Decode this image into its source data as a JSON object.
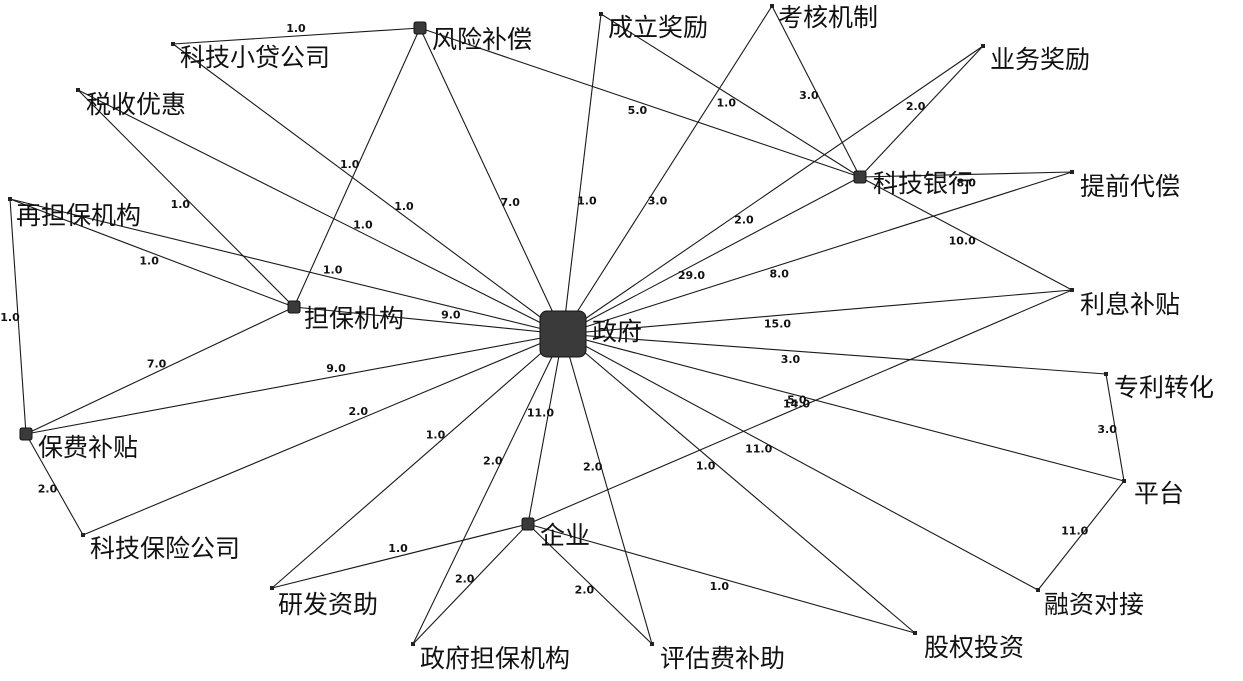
{
  "nodes": [
    {
      "id": "gov",
      "label": "政府",
      "kind": "center"
    },
    {
      "id": "fxbc",
      "label": "风险补偿",
      "kind": "hub"
    },
    {
      "id": "kjxd",
      "label": "科技小贷公司",
      "kind": "leaf"
    },
    {
      "id": "cljl",
      "label": "成立奖励",
      "kind": "leaf"
    },
    {
      "id": "khjz",
      "label": "考核机制",
      "kind": "leaf"
    },
    {
      "id": "ywjl",
      "label": "业务奖励",
      "kind": "leaf"
    },
    {
      "id": "ssyh",
      "label": "税收优惠",
      "kind": "leaf"
    },
    {
      "id": "kjyh",
      "label": "科技银行",
      "kind": "hub"
    },
    {
      "id": "tqdc",
      "label": "提前代偿",
      "kind": "leaf"
    },
    {
      "id": "zdbjg",
      "label": "再担保机构",
      "kind": "leaf"
    },
    {
      "id": "dbjg",
      "label": "担保机构",
      "kind": "hub"
    },
    {
      "id": "lxbt",
      "label": "利息补贴",
      "kind": "leaf"
    },
    {
      "id": "zlzh",
      "label": "专利转化",
      "kind": "leaf"
    },
    {
      "id": "bfbt",
      "label": "保费补贴",
      "kind": "hub"
    },
    {
      "id": "pt",
      "label": "平台",
      "kind": "leaf"
    },
    {
      "id": "kjbx",
      "label": "科技保险公司",
      "kind": "leaf"
    },
    {
      "id": "qy",
      "label": "企业",
      "kind": "hub"
    },
    {
      "id": "rzdj",
      "label": "融资对接",
      "kind": "leaf"
    },
    {
      "id": "yfzz",
      "label": "研发资助",
      "kind": "leaf"
    },
    {
      "id": "gqtz",
      "label": "股权投资",
      "kind": "leaf"
    },
    {
      "id": "zfdb",
      "label": "政府担保机构",
      "kind": "leaf"
    },
    {
      "id": "pgf",
      "label": "评估费补助",
      "kind": "leaf"
    }
  ],
  "edges": [
    {
      "from": "gov",
      "to": "kjxd",
      "weight": "1.0"
    },
    {
      "from": "gov",
      "to": "fxbc",
      "weight": "7.0"
    },
    {
      "from": "gov",
      "to": "cljl",
      "weight": "1.0"
    },
    {
      "from": "gov",
      "to": "khjz",
      "weight": "3.0"
    },
    {
      "from": "gov",
      "to": "ywjl",
      "weight": "2.0"
    },
    {
      "from": "gov",
      "to": "ssyh",
      "weight": "1.0"
    },
    {
      "from": "gov",
      "to": "kjyh",
      "weight": "29.0"
    },
    {
      "from": "gov",
      "to": "tqdc",
      "weight": "8.0"
    },
    {
      "from": "gov",
      "to": "zdbjg",
      "weight": "1.0"
    },
    {
      "from": "gov",
      "to": "dbjg",
      "weight": "9.0"
    },
    {
      "from": "gov",
      "to": "lxbt",
      "weight": "15.0"
    },
    {
      "from": "gov",
      "to": "zlzh",
      "weight": "3.0"
    },
    {
      "from": "gov",
      "to": "bfbt",
      "weight": "9.0"
    },
    {
      "from": "gov",
      "to": "pt",
      "weight": "14.0"
    },
    {
      "from": "gov",
      "to": "kjbx",
      "weight": "2.0"
    },
    {
      "from": "gov",
      "to": "qy",
      "weight": "11.0"
    },
    {
      "from": "gov",
      "to": "rzdj",
      "weight": "11.0"
    },
    {
      "from": "gov",
      "to": "yfzz",
      "weight": "1.0"
    },
    {
      "from": "gov",
      "to": "gqtz",
      "weight": "1.0"
    },
    {
      "from": "gov",
      "to": "zfdb",
      "weight": "2.0"
    },
    {
      "from": "gov",
      "to": "pgf",
      "weight": "2.0"
    },
    {
      "from": "fxbc",
      "to": "kjxd",
      "weight": "1.0"
    },
    {
      "from": "fxbc",
      "to": "kjyh",
      "weight": "5.0"
    },
    {
      "from": "fxbc",
      "to": "dbjg",
      "weight": "1.0"
    },
    {
      "from": "cljl",
      "to": "kjyh",
      "weight": "1.0"
    },
    {
      "from": "khjz",
      "to": "kjyh",
      "weight": "3.0"
    },
    {
      "from": "ywjl",
      "to": "kjyh",
      "weight": "2.0"
    },
    {
      "from": "kjyh",
      "to": "tqdc",
      "weight": "8.0"
    },
    {
      "from": "kjyh",
      "to": "lxbt",
      "weight": "10.0"
    },
    {
      "from": "ssyh",
      "to": "dbjg",
      "weight": "1.0"
    },
    {
      "from": "zdbjg",
      "to": "dbjg",
      "weight": "1.0"
    },
    {
      "from": "zdbjg",
      "to": "bfbt",
      "weight": "1.0"
    },
    {
      "from": "dbjg",
      "to": "bfbt",
      "weight": "7.0"
    },
    {
      "from": "bfbt",
      "to": "kjbx",
      "weight": "2.0"
    },
    {
      "from": "lxbt",
      "to": "qy",
      "weight": "5.0"
    },
    {
      "from": "zlzh",
      "to": "pt",
      "weight": "3.0"
    },
    {
      "from": "pt",
      "to": "rzdj",
      "weight": "11.0"
    },
    {
      "from": "qy",
      "to": "yfzz",
      "weight": "1.0"
    },
    {
      "from": "qy",
      "to": "gqtz",
      "weight": "1.0"
    },
    {
      "from": "qy",
      "to": "zfdb",
      "weight": "2.0"
    },
    {
      "from": "qy",
      "to": "pgf",
      "weight": "2.0"
    }
  ]
}
